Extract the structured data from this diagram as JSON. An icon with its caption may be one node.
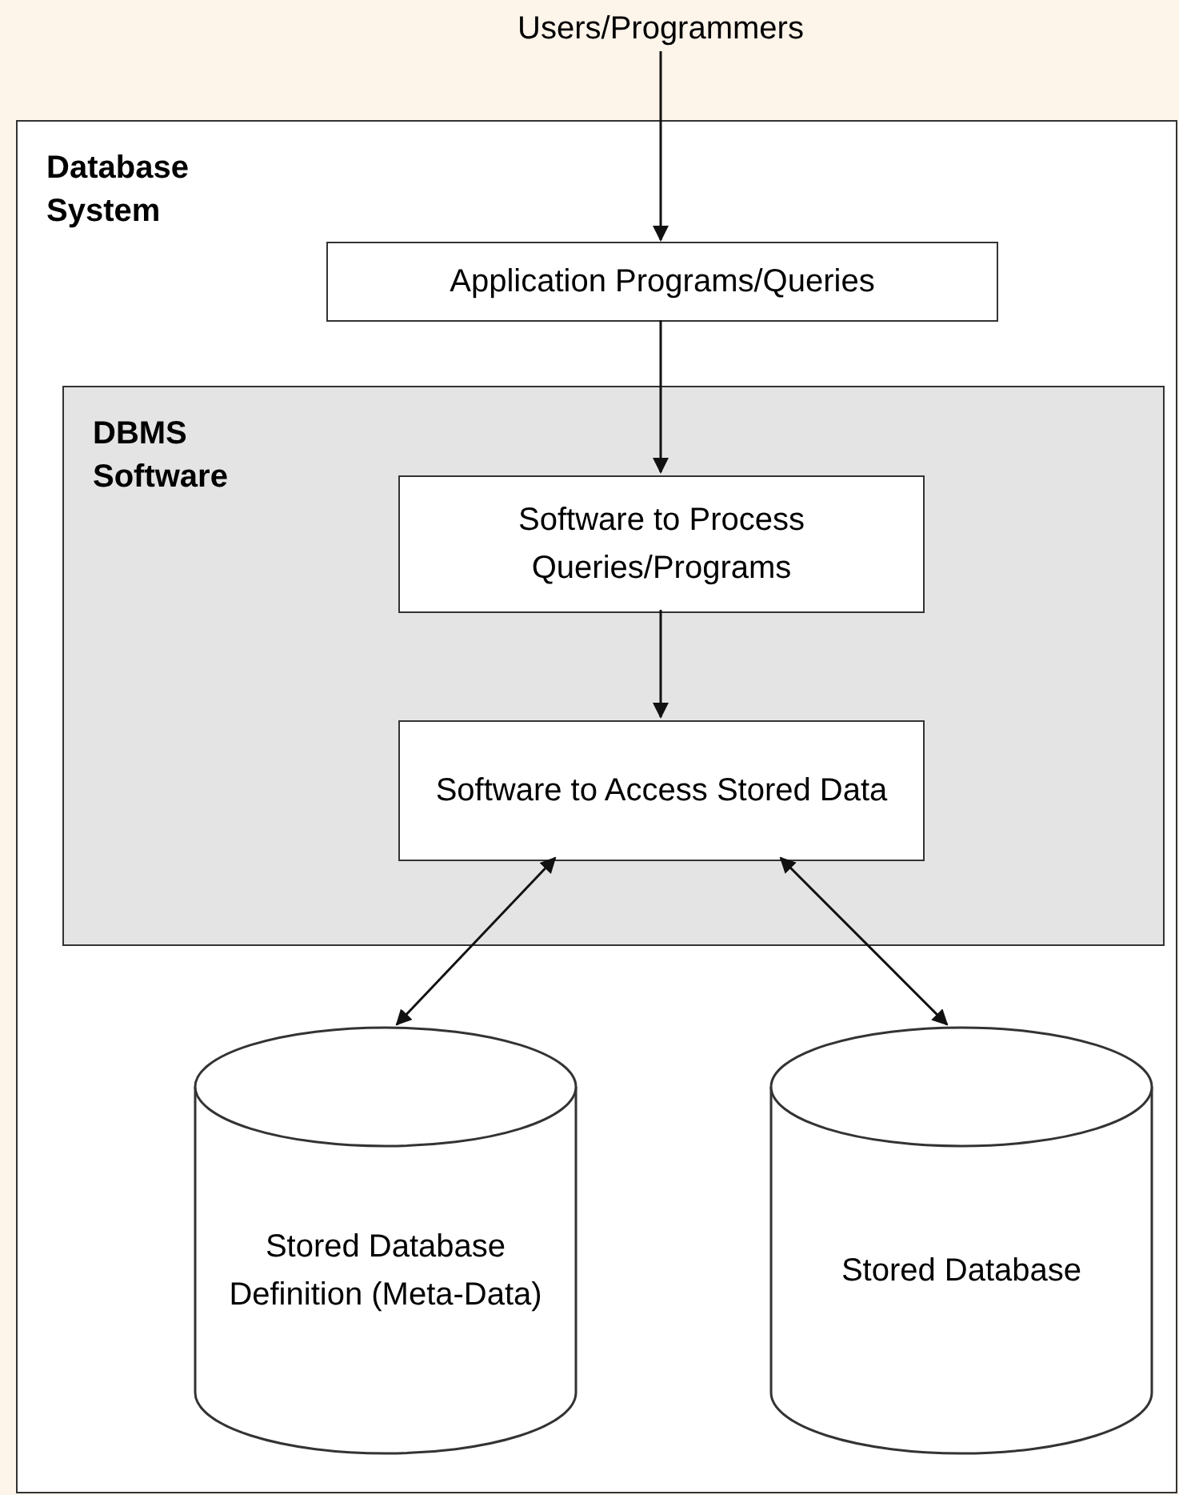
{
  "diagram": {
    "nodes": [
      {
        "text": [
          "Users/Programmers"
        ]
      },
      {
        "text": [
          "Database System"
        ]
      },
      {
        "text": [
          "Application Programs/Queries"
        ],
        "in": 1
      },
      {
        "text": [
          "DBMS Software"
        ],
        "in": 1
      },
      {
        "text": [
          "Software to Process Queries/Programs"
        ],
        "in": 3
      },
      {
        "text": [
          "Software to Access Stored Data"
        ],
        "in": 3
      },
      {
        "text": [
          "Stored Database Definition (Meta-Data)"
        ],
        "in": 1
      },
      {
        "text": [
          "Stored Database"
        ],
        "in": 1
      }
    ],
    "edges": [
      {
        "from": 0,
        "to": 2,
        "arrow": "to"
      },
      {
        "from": 2,
        "to": 4,
        "arrow": "to"
      },
      {
        "from": 4,
        "to": 5,
        "arrow": "to"
      },
      {
        "from": 5,
        "to": 6,
        "arrow": "both"
      },
      {
        "from": 5,
        "to": 7,
        "arrow": "both"
      }
    ]
  }
}
